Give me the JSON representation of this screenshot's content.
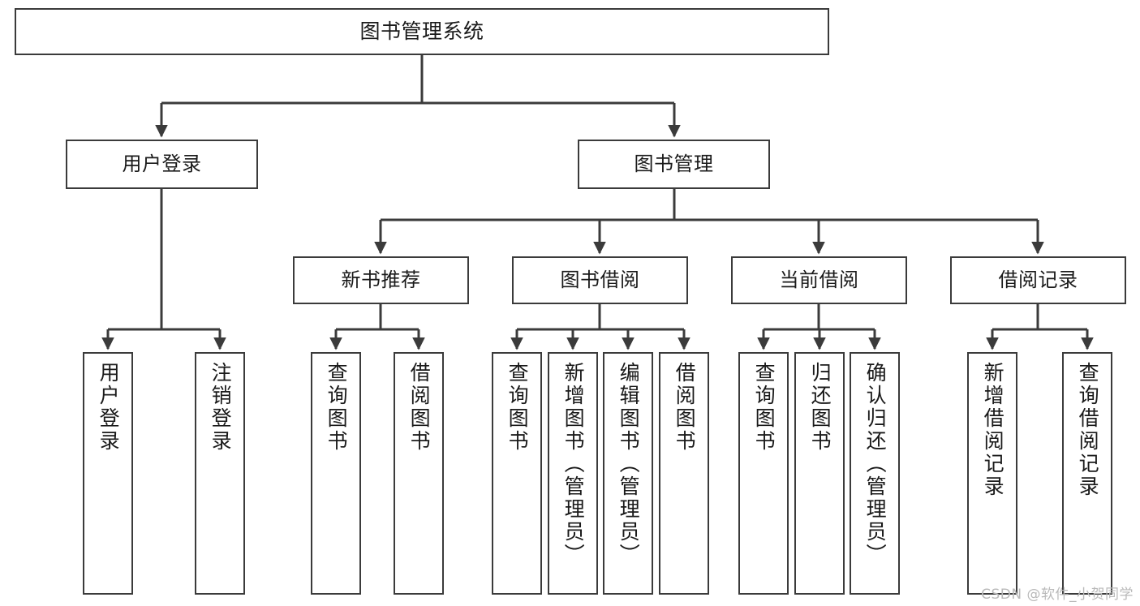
{
  "diagram": {
    "type": "tree-hierarchy",
    "title": "图书管理系统",
    "watermark": "CSDN @软件_小贺同学",
    "colors": {
      "background": "#ffffff",
      "box_border": "#3b3b3b",
      "box_fill": "#ffffff",
      "connector": "#3b3b3b",
      "text": "#1a1a1a",
      "watermark": "#b9b9b9"
    },
    "nodes": {
      "root": {
        "label": "图书管理系统"
      },
      "level2": [
        {
          "id": "user-login",
          "label": "用户登录"
        },
        {
          "id": "book-management",
          "label": "图书管理"
        }
      ],
      "level3": [
        {
          "id": "new-book-recommend",
          "label": "新书推荐"
        },
        {
          "id": "book-borrow",
          "label": "图书借阅"
        },
        {
          "id": "current-borrow",
          "label": "当前借阅"
        },
        {
          "id": "borrow-record",
          "label": "借阅记录"
        }
      ],
      "leaves": {
        "user-login": [
          {
            "id": "leaf-user-login",
            "label": "用户登录"
          },
          {
            "id": "leaf-user-logout",
            "label": "注销登录"
          }
        ],
        "new-book-recommend": [
          {
            "id": "leaf-query-book-1",
            "label": "查询图书"
          },
          {
            "id": "leaf-borrow-book-1",
            "label": "借阅图书"
          }
        ],
        "book-borrow": [
          {
            "id": "leaf-query-book-2",
            "label": "查询图书"
          },
          {
            "id": "leaf-add-book",
            "label": "新增图书（管理员）"
          },
          {
            "id": "leaf-edit-book",
            "label": "编辑图书（管理员）"
          },
          {
            "id": "leaf-borrow-book-2",
            "label": "借阅图书"
          }
        ],
        "current-borrow": [
          {
            "id": "leaf-query-book-3",
            "label": "查询图书"
          },
          {
            "id": "leaf-return-book",
            "label": "归还图书"
          },
          {
            "id": "leaf-confirm-return",
            "label": "确认归还（管理员）"
          }
        ],
        "borrow-record": [
          {
            "id": "leaf-add-record",
            "label": "新增借阅记录"
          },
          {
            "id": "leaf-query-record",
            "label": "查询借阅记录"
          }
        ]
      }
    },
    "edges": [
      {
        "from": "root",
        "to": "user-login"
      },
      {
        "from": "root",
        "to": "book-management"
      },
      {
        "from": "book-management",
        "to": "new-book-recommend"
      },
      {
        "from": "book-management",
        "to": "book-borrow"
      },
      {
        "from": "book-management",
        "to": "current-borrow"
      },
      {
        "from": "book-management",
        "to": "borrow-record"
      },
      {
        "from": "user-login",
        "to": "leaf-user-login"
      },
      {
        "from": "user-login",
        "to": "leaf-user-logout"
      },
      {
        "from": "new-book-recommend",
        "to": "leaf-query-book-1"
      },
      {
        "from": "new-book-recommend",
        "to": "leaf-borrow-book-1"
      },
      {
        "from": "book-borrow",
        "to": "leaf-query-book-2"
      },
      {
        "from": "book-borrow",
        "to": "leaf-add-book"
      },
      {
        "from": "book-borrow",
        "to": "leaf-edit-book"
      },
      {
        "from": "book-borrow",
        "to": "leaf-borrow-book-2"
      },
      {
        "from": "current-borrow",
        "to": "leaf-query-book-3"
      },
      {
        "from": "current-borrow",
        "to": "leaf-return-book"
      },
      {
        "from": "current-borrow",
        "to": "leaf-confirm-return"
      },
      {
        "from": "borrow-record",
        "to": "leaf-add-record"
      },
      {
        "from": "borrow-record",
        "to": "leaf-query-record"
      }
    ]
  }
}
